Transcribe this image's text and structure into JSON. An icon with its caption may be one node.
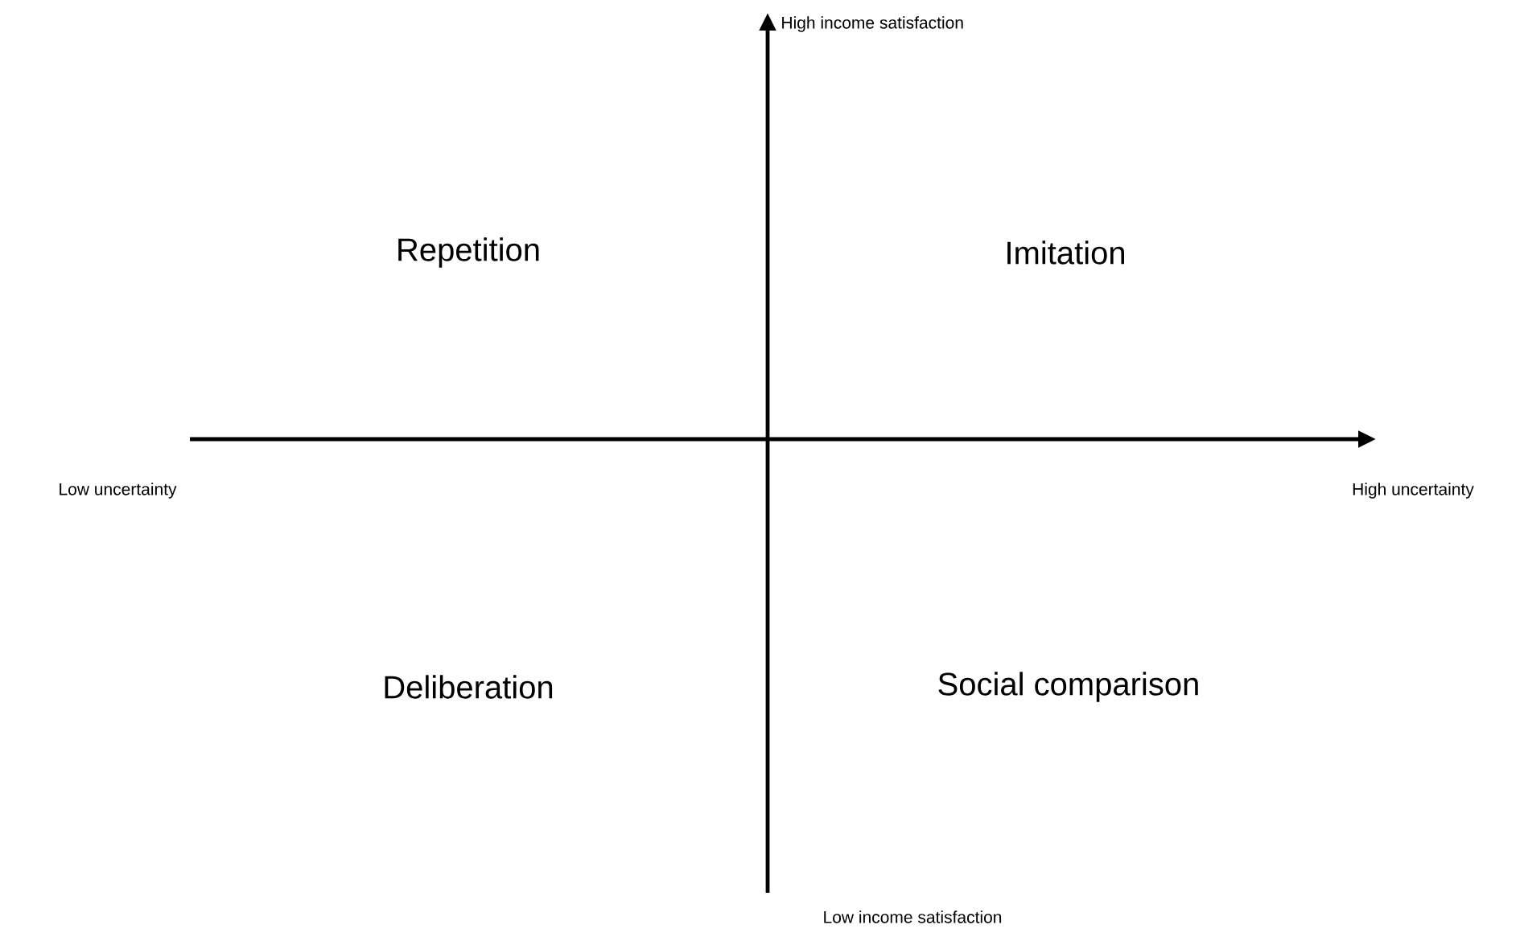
{
  "diagram": {
    "labels": [
      "High income satisfaction",
      "Repetition",
      "Imitation",
      "Low uncertainty",
      "High uncertainty",
      "Deliberation",
      "Social comparison",
      "Low income satisfaction"
    ]
  }
}
